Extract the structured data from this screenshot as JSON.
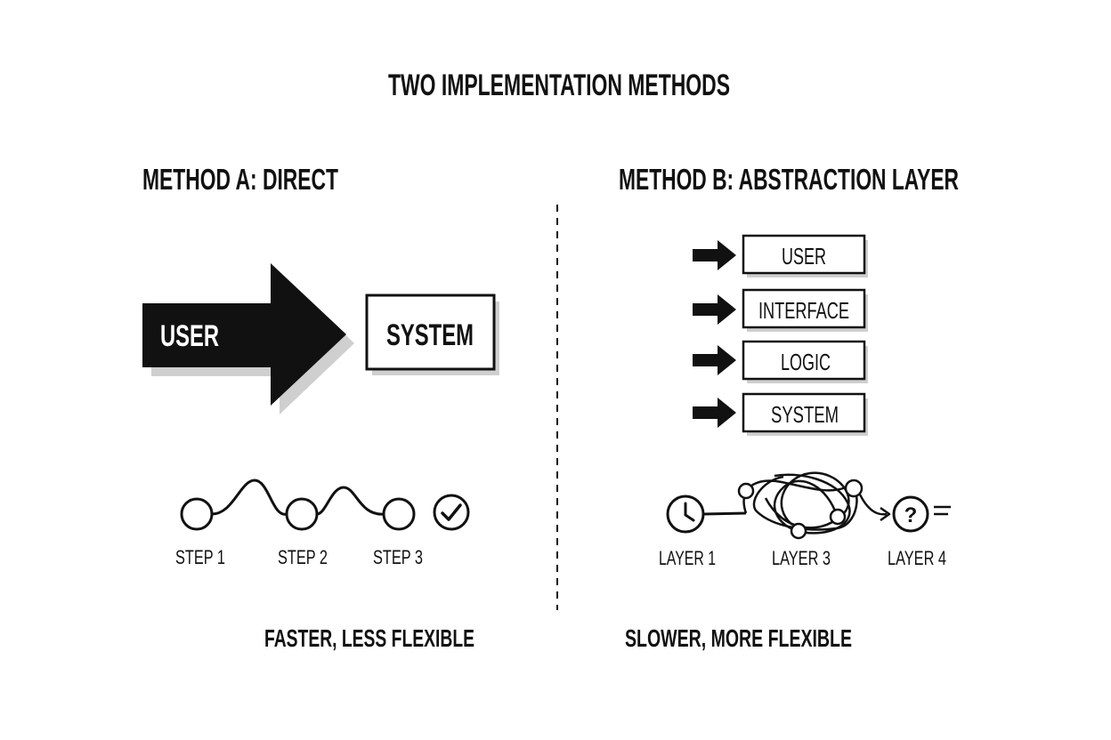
{
  "title": "TWO IMPLEMENTATION METHODS",
  "method_a": {
    "heading": "METHOD A: DIRECT",
    "user_label": "USER",
    "system_label": "SYSTEM",
    "steps": [
      "STEP 1",
      "STEP 2",
      "STEP 3"
    ],
    "caption": "FASTER, LESS FLEXIBLE"
  },
  "method_b": {
    "heading": "METHOD B: ABSTRACTION LAYER",
    "layers": [
      "USER",
      "INTERFACE",
      "LOGIC",
      "SYSTEM"
    ],
    "path_labels": [
      "LAYER 1",
      "LAYER 3",
      "LAYER 4"
    ],
    "caption": "SLOWER, MORE FLEXIBLE"
  },
  "icons": {
    "done": "check-circle-icon",
    "start": "clock-icon",
    "end": "question-circle-icon"
  },
  "colors": {
    "ink": "#111111",
    "shadow": "#cfcfcf",
    "background": "#ffffff"
  }
}
